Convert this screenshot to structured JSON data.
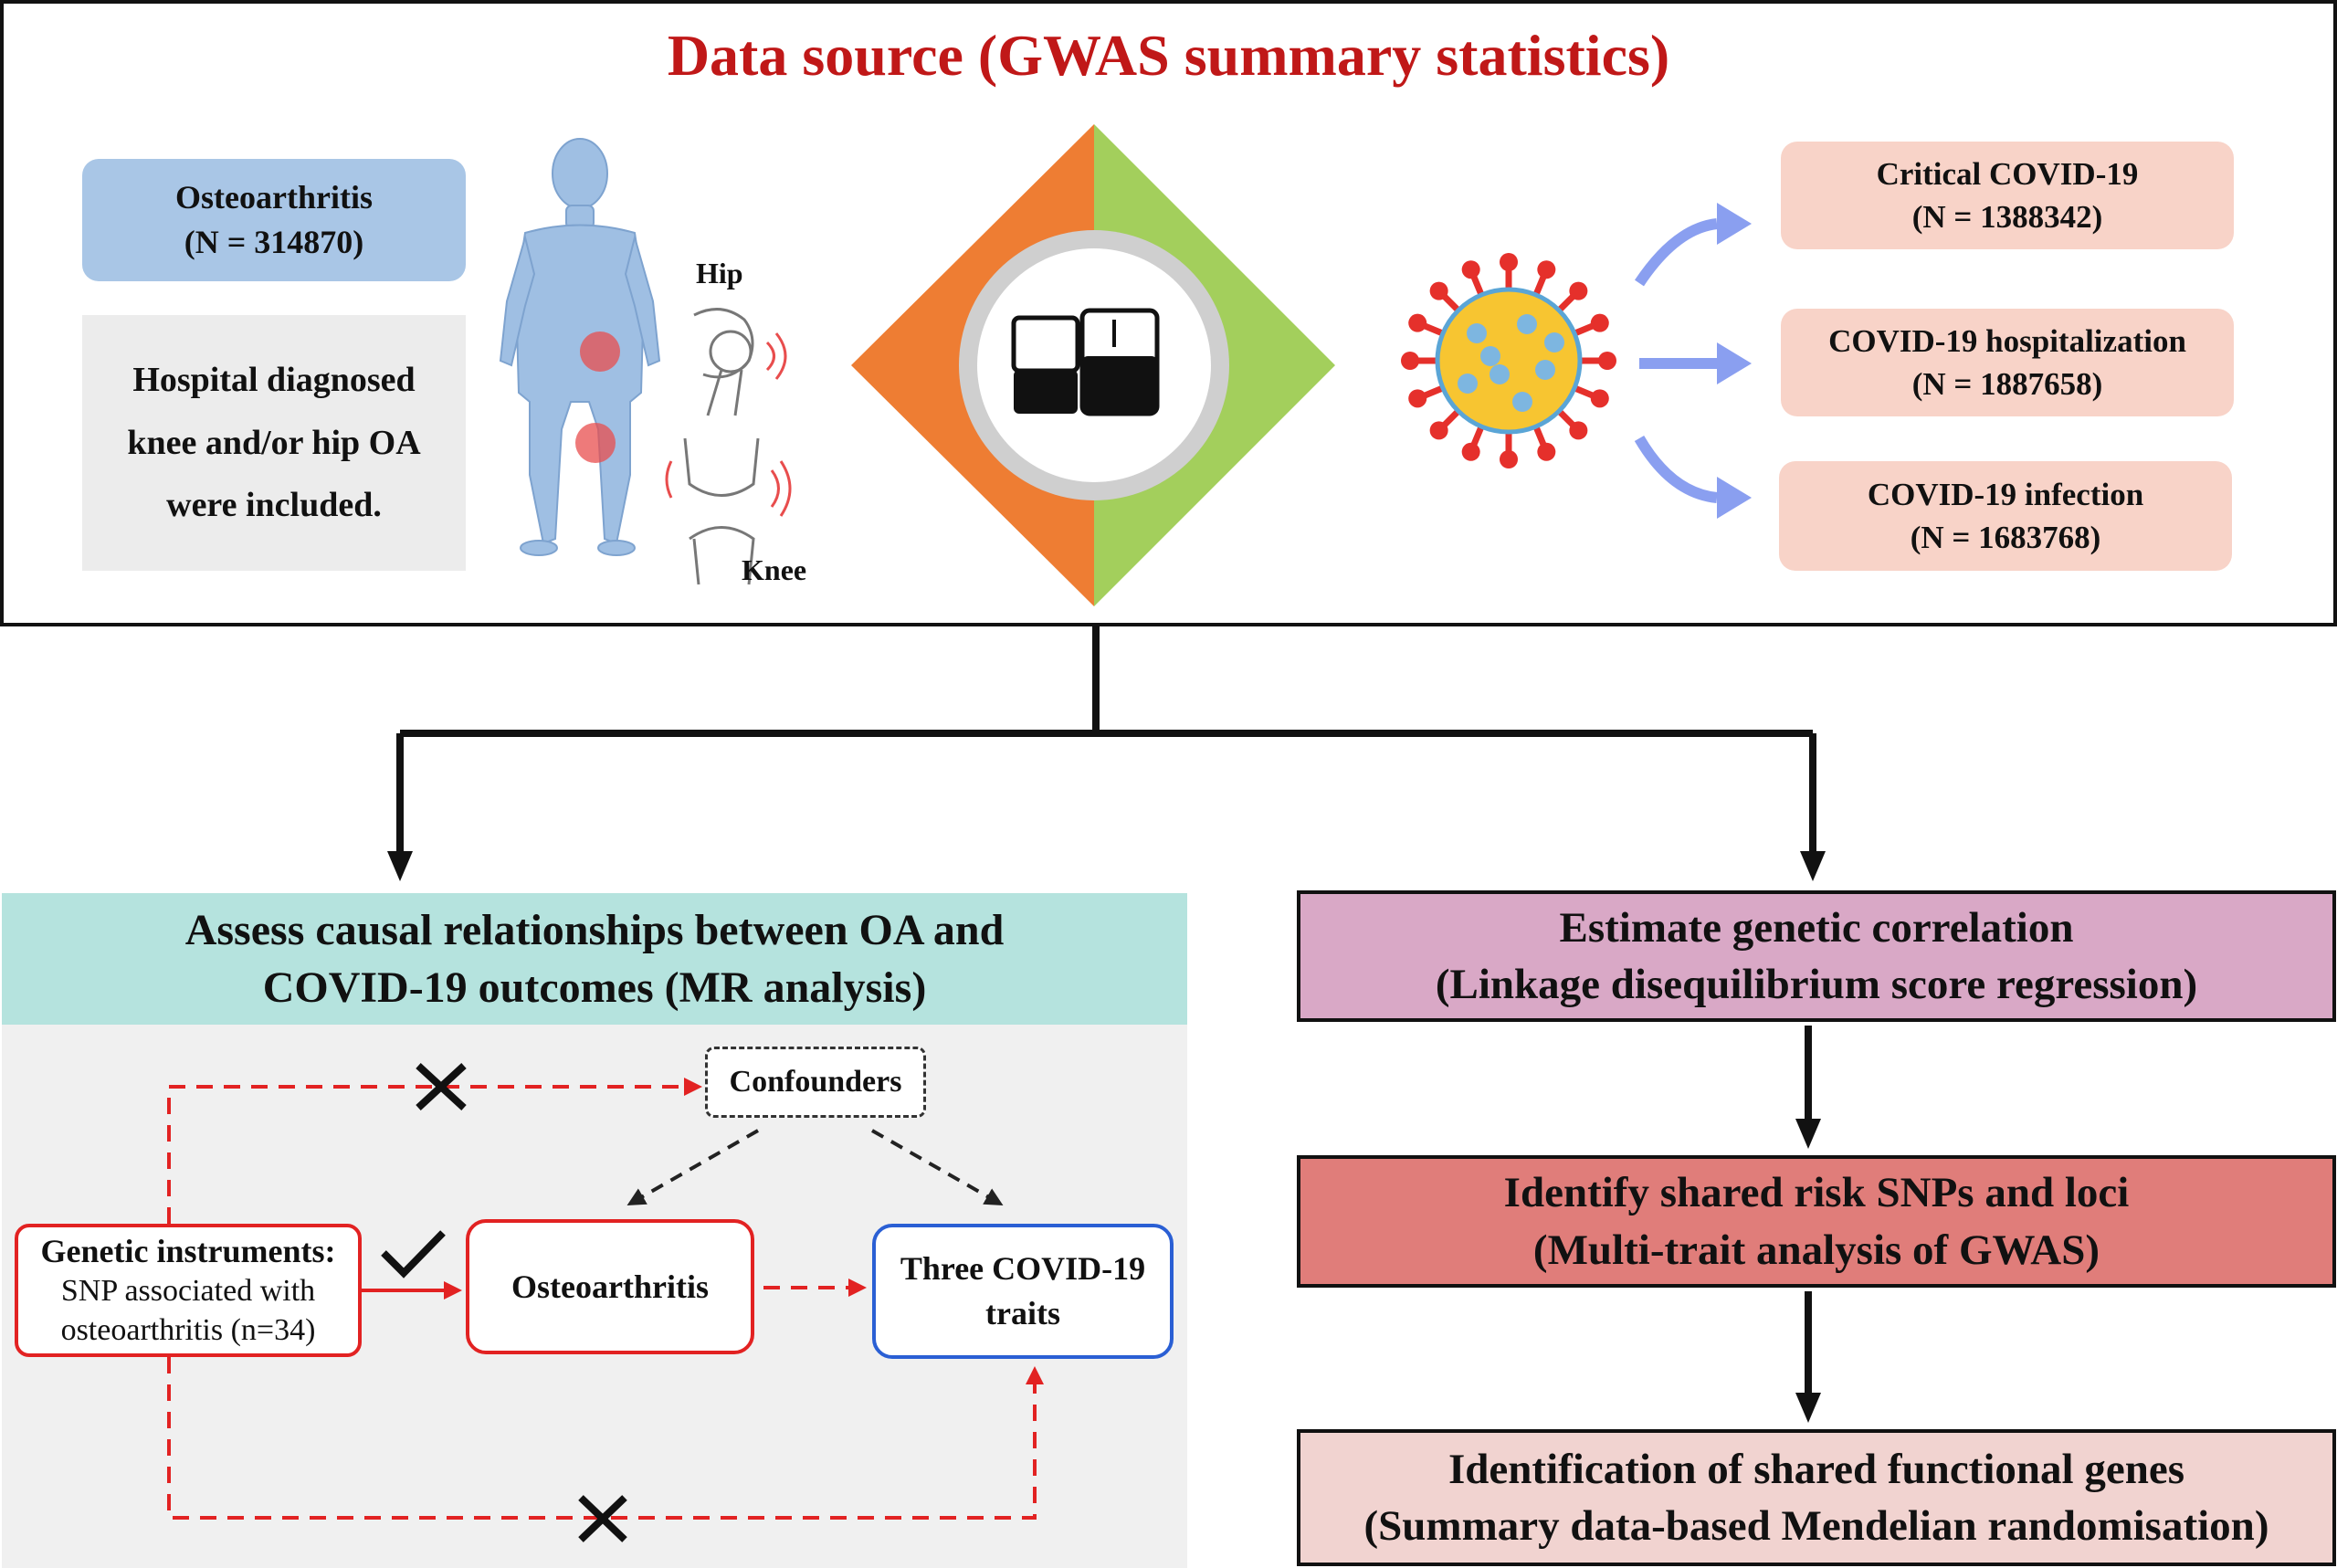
{
  "title": "Data source (GWAS summary statistics)",
  "osteoarthritis": {
    "name": "Osteoarthritis",
    "n": "(N = 314870)",
    "description_lines": [
      "Hospital diagnosed",
      "knee and/or hip OA",
      "were included."
    ],
    "joint_labels": {
      "hip": "Hip",
      "knee": "Knee"
    }
  },
  "covid_outcomes": [
    {
      "name": "Critical COVID-19",
      "n": "(N = 1388342)"
    },
    {
      "name": "COVID-19 hospitalization",
      "n": "(N = 1887658)"
    },
    {
      "name": "COVID-19 infection",
      "n": "(N = 1683768)"
    }
  ],
  "mr_analysis": {
    "header_lines": [
      "Assess causal relationships between OA and",
      "COVID-19 outcomes (MR analysis)"
    ],
    "confounders": "Confounders",
    "genetic_instruments": {
      "title": "Genetic instruments:",
      "lines": [
        "SNP associated with",
        "osteoarthritis (n=34)"
      ]
    },
    "exposure": "Osteoarthritis",
    "outcome_lines": [
      "Three COVID-19",
      "traits"
    ]
  },
  "pipeline": [
    {
      "title": "Estimate genetic correlation",
      "subtitle": "(Linkage disequilibrium score regression)"
    },
    {
      "title": "Identify shared risk SNPs and loci",
      "subtitle": "(Multi-trait analysis of GWAS)"
    },
    {
      "title": "Identification of shared functional genes",
      "subtitle": "(Summary data-based Mendelian randomisation)"
    }
  ],
  "colors": {
    "title": "#c01818",
    "oa_box": "#a9c6e6",
    "covid_box": "#f8d3c8",
    "mr_header": "#b5e3de",
    "step1": "#d9a8c6",
    "step2": "#e07d7a",
    "step3": "#f1d3d0",
    "diamond_left": "#ee7d33",
    "diamond_right": "#a3cf5c",
    "red_path": "#e22222",
    "blue_node": "#2a5fd4"
  },
  "icons": [
    "human-body-icon",
    "hip-joint-icon",
    "knee-joint-icon",
    "database-servers-icon",
    "coronavirus-icon",
    "curved-arrow-icon",
    "check-icon",
    "cross-icon"
  ]
}
